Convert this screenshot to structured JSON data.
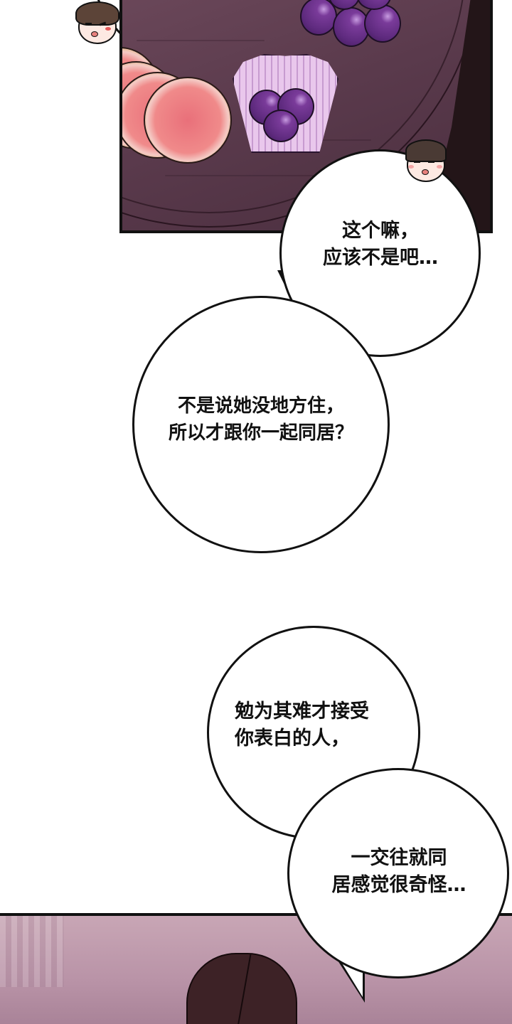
{
  "page": {
    "type": "webtoon-page",
    "background": "#ffffff"
  },
  "panels": [
    {
      "id": "panel-table",
      "description": "Overhead view of a dark wooden table with grapefruit slices, purple grapes, and a cupcake liner holding grapes",
      "colors": {
        "table": "#5a3a4c",
        "shadow": "#231518",
        "grape": "#5e2a7e",
        "grapefruit": "#f08a8a",
        "liner": "#e9c7ec"
      }
    },
    {
      "id": "panel-cap",
      "description": "Pinkish room background with the back of a person wearing a dark baseball cap",
      "colors": {
        "background": "#c8a6b5",
        "cap": "#3d2226"
      }
    }
  ],
  "chibis": [
    {
      "id": "chibi-annoyed",
      "character": "brown-haired boy",
      "expression": "annoyed"
    },
    {
      "id": "chibi-cap",
      "character": "boy in cap",
      "expression": "deadpan"
    }
  ],
  "bubbles": [
    {
      "id": "bubble-1",
      "text": "这个嘛，\n应该不是吧…"
    },
    {
      "id": "bubble-2",
      "text": "不是说她没地方住，\n所以才跟你一起同居？"
    },
    {
      "id": "bubble-3",
      "text": "勉为其难才接受\n你表白的人，"
    },
    {
      "id": "bubble-4",
      "text": "一交往就同\n居感觉很奇怪…"
    }
  ]
}
